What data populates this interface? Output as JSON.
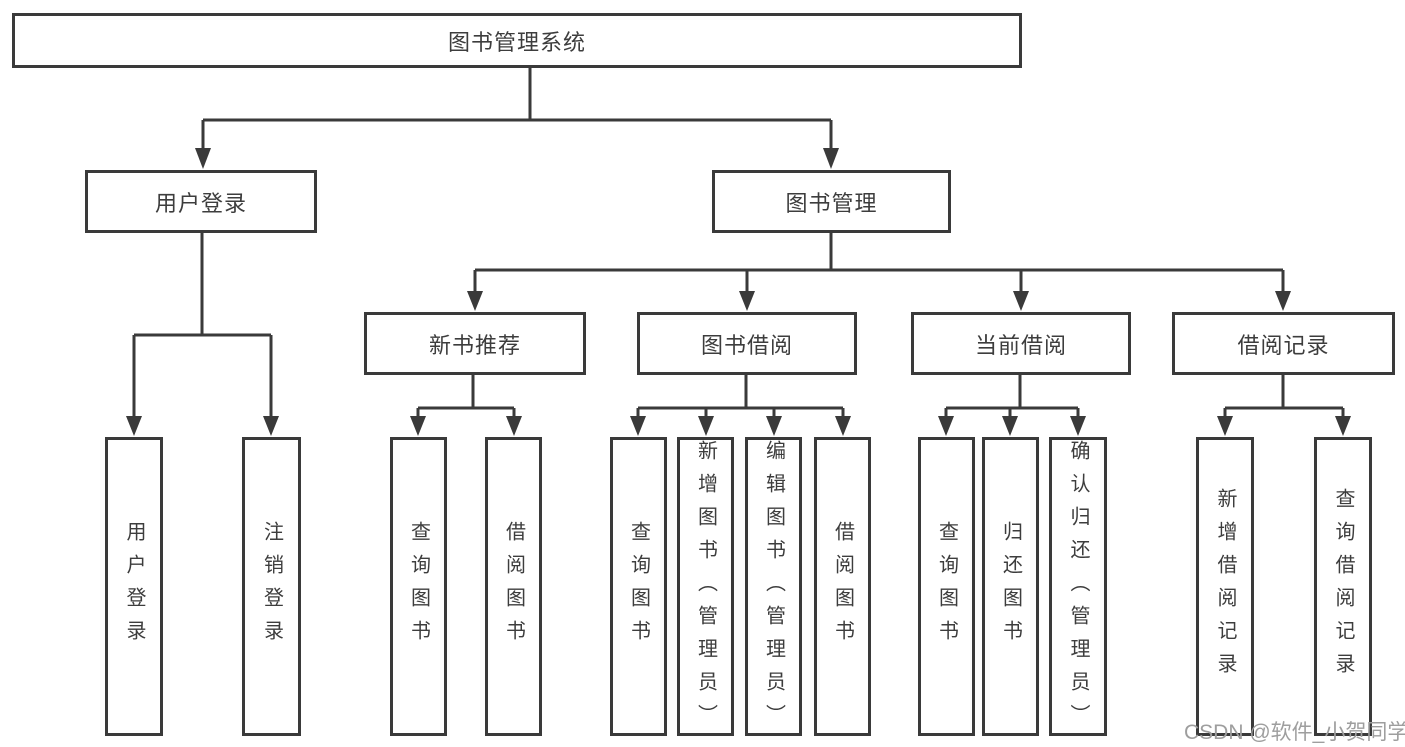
{
  "colors": {
    "line": "#3a3a3a",
    "text": "#3d3d3d",
    "muted": "#9e9e9e",
    "background": "#ffffff"
  },
  "tree": {
    "root": {
      "label": "图书管理系统"
    },
    "branches": [
      {
        "label": "用户登录",
        "leaves": [
          "用户登录",
          "注销登录"
        ]
      },
      {
        "label": "图书管理",
        "groups": [
          {
            "label": "新书推荐",
            "leaves": [
              "查询图书",
              "借阅图书"
            ]
          },
          {
            "label": "图书借阅",
            "leaves": [
              "查询图书",
              "新增图书（管理员）",
              "编辑图书（管理员）",
              "借阅图书"
            ]
          },
          {
            "label": "当前借阅",
            "leaves": [
              "查询图书",
              "归还图书",
              "确认归还（管理员）"
            ]
          },
          {
            "label": "借阅记录",
            "leaves": [
              "新增借阅记录",
              "查询借阅记录"
            ]
          }
        ]
      }
    ]
  },
  "watermark": {
    "label": "CSDN @软件_小贺同学"
  }
}
